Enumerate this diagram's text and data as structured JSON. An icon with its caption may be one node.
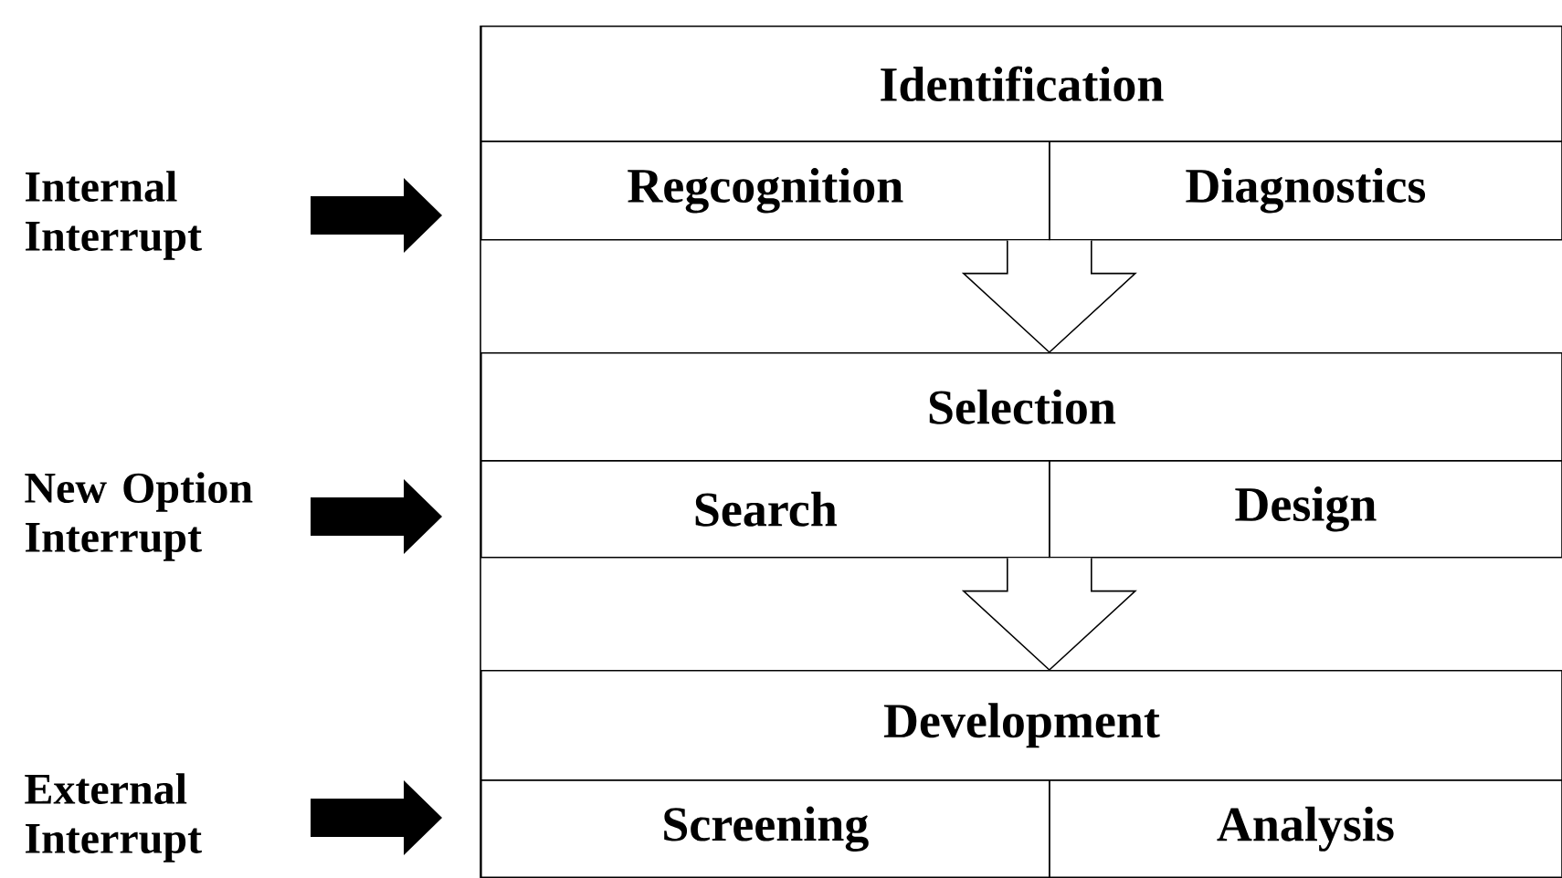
{
  "diagram": {
    "nodes": [
      {
        "text": [
          "Identification"
        ]
      },
      {
        "text": [
          "Regcognition"
        ]
      },
      {
        "text": [
          "Diagnostics"
        ]
      },
      {
        "text": [
          "Selection"
        ]
      },
      {
        "text": [
          "Search"
        ]
      },
      {
        "text": [
          "Design"
        ]
      },
      {
        "text": [
          "Development"
        ]
      },
      {
        "text": [
          "Screening"
        ]
      },
      {
        "text": [
          "Analysis"
        ]
      },
      {
        "text": [
          "Internal Interrupt"
        ]
      },
      {
        "text": [
          "New Option Interrupt"
        ]
      },
      {
        "text": [
          "External Interrupt"
        ]
      }
    ],
    "edges": [
      {
        "from": 9,
        "to": 1,
        "arrow": "to",
        "style": "thick"
      },
      {
        "from": 10,
        "to": 4,
        "arrow": "to",
        "style": "thick"
      },
      {
        "from": 11,
        "to": 7,
        "arrow": "to",
        "style": "thick"
      },
      {
        "from": 1,
        "to": 3,
        "arrow": "to"
      },
      {
        "from": 2,
        "to": 3,
        "arrow": "to"
      },
      {
        "from": 4,
        "to": 6,
        "arrow": "to"
      },
      {
        "from": 5,
        "to": 6,
        "arrow": "to"
      }
    ]
  }
}
